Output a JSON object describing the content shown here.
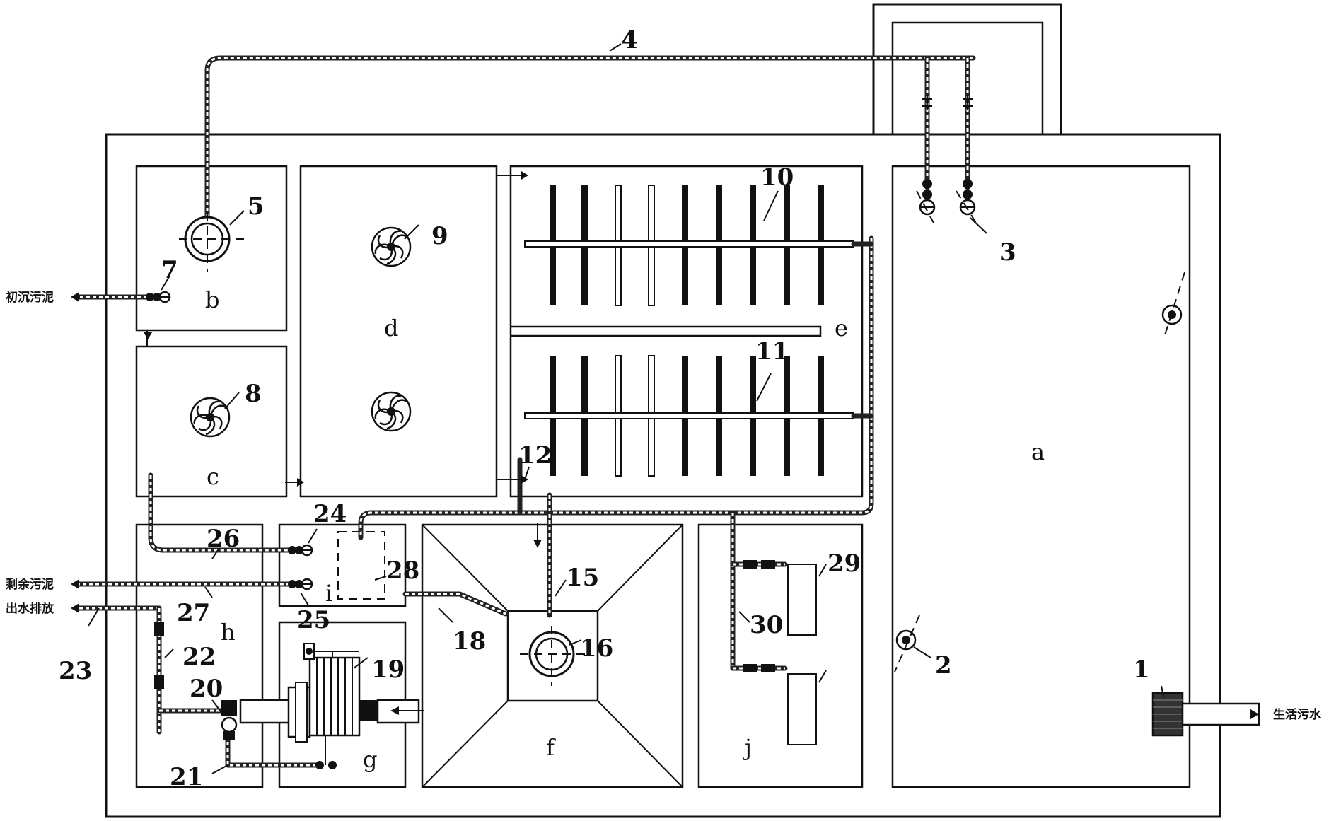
{
  "zones": {
    "a": "a",
    "b": "b",
    "c": "c",
    "d": "d",
    "e": "e",
    "f": "f",
    "g": "g",
    "h": "h",
    "i": "i",
    "j": "j"
  },
  "numbers": {
    "n1": "1",
    "n2": "2",
    "n3": "3",
    "n4": "4",
    "n5": "5",
    "n7": "7",
    "n8": "8",
    "n9": "9",
    "n10": "10",
    "n11": "11",
    "n12": "12",
    "n15": "15",
    "n16": "16",
    "n18": "18",
    "n19": "19",
    "n20": "20",
    "n21": "21",
    "n22": "22",
    "n23": "23",
    "n24": "24",
    "n25": "25",
    "n26": "26",
    "n27": "27",
    "n28": "28",
    "n29": "29",
    "n30": "30"
  },
  "flow_labels": {
    "primary_sludge": "初沉污泥",
    "excess_sludge": "剩余污泥",
    "effluent": "出水排放",
    "domestic_sewage": "生活污水"
  },
  "colors": {
    "line": "#111111",
    "background": "#ffffff"
  }
}
